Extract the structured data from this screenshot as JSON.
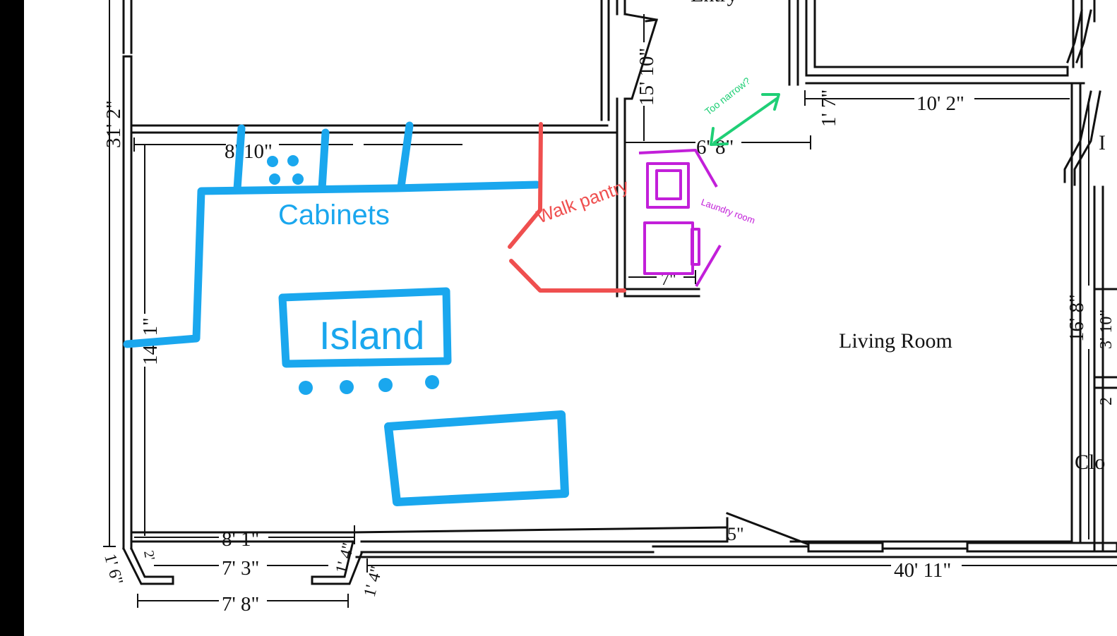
{
  "colors": {
    "wall": "#111111",
    "cabinets": "#1aa7ee",
    "pantry": "#ef4f4f",
    "laundry": "#c21fd9",
    "arrow": "#1fcf76",
    "left_strip": "#000000"
  },
  "annotations": {
    "cabinets": "Cabinets",
    "island": "Island",
    "walk_pantry": "Walk pantry",
    "laundry_room": "Laundry room",
    "too_narrow": "Too narrow?"
  },
  "rooms": {
    "living_room": "Living Room",
    "entry_partial": "Entry",
    "closet_partial": "Clo",
    "right_partial": "I"
  },
  "dimensions": {
    "d_31_2": "31' 2\"",
    "d_8_10": "8' 10\"",
    "d_15_10": "15' 10\"",
    "d_6_8": "6' 8\"",
    "d_1_7": "1' 7\"",
    "d_10_2": "10' 2\"",
    "d_16_8": "16' 8\"",
    "d_14_1": "14' 1\"",
    "d_7_small": "7\"",
    "d_8_1": "8' 1\"",
    "d_7_3": "7' 3\"",
    "d_7_8": "7' 8\"",
    "d_1_4_a": "1' 4\"",
    "d_1_4_b": "1' 4\"",
    "d_1_6": "1' 6\"",
    "d_2_left": "2'",
    "d_5": "5\"",
    "d_40_11": "40' 11\"",
    "d_right_2": "2",
    "d_right_16": "3' 10\""
  }
}
